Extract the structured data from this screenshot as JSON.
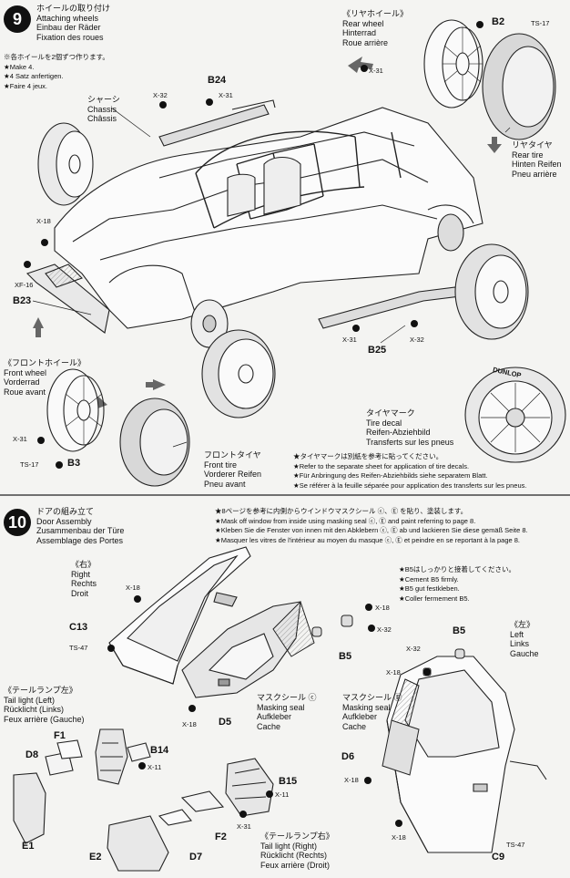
{
  "step9": {
    "number": "9",
    "title": [
      "ホイールの取り付け",
      "Attaching wheels",
      "Einbau der Räder",
      "Fixation des roues"
    ],
    "note": [
      "※各ホイールを2個ずつ作ります。",
      "★Make 4.",
      "★4 Satz anfertigen.",
      "★Faire 4 jeux."
    ],
    "rear_wheel": [
      "《リヤホイール》",
      "Rear wheel",
      "Hinterrad",
      "Roue arrière"
    ],
    "chassis": [
      "シャーシ",
      "Chassis",
      "Châssis"
    ],
    "rear_tire": [
      "リヤタイヤ",
      "Rear tire",
      "Hinten Reifen",
      "Pneu arrière"
    ],
    "front_wheel": [
      "《フロントホイール》",
      "Front wheel",
      "Vorderrad",
      "Roue avant"
    ],
    "front_tire": [
      "フロントタイヤ",
      "Front tire",
      "Vorderer Reifen",
      "Pneu avant"
    ],
    "tire_decal": [
      "タイヤマーク",
      "Tire decal",
      "Reifen-Abziehbild",
      "Transferts sur les pneus"
    ],
    "tire_brand": "DUNLOP",
    "decal_note": [
      "★タイヤマークは別紙を参考に貼ってください。",
      "★Refer to the separate sheet for application of tire decals.",
      "★Für Anbringung des Reifen-Abziehbilds siehe separatem Blatt.",
      "★Se référer à la feuille séparée pour application des transferts sur les pneus."
    ],
    "parts": {
      "B2": "B2",
      "TS17a": "TS-17",
      "X31a": "X-31",
      "B24": "B24",
      "X32a": "X-32",
      "X31b": "X-31",
      "X18a": "X-18",
      "XF16": "XF-16",
      "B23": "B23",
      "X31c": "X-31",
      "B25": "B25",
      "X32b": "X-32",
      "X31d": "X-31",
      "TS17b": "TS-17",
      "B3": "B3"
    }
  },
  "step10": {
    "number": "10",
    "title": [
      "ドアの組み立て",
      "Door Assembly",
      "Zusammenbau der Türe",
      "Assemblage des Portes"
    ],
    "note": [
      "★8ページを参考に内側からウインドウマスクシール ⓒ、Ⓔ を貼り、塗装します。",
      "★Mask off window from inside using masking seal ⓒ, Ⓔ and paint referring to page 8.",
      "★Kleben Sie die Fenster von innen mit den Abklebern ⓒ, Ⓔ ab und lackieren Sie diese gemäß Seite 8.",
      "★Masquer les vitres de l'intérieur au moyen du masque ⓒ, Ⓔ et peindre en se reportant à la page 8."
    ],
    "right": [
      "《右》",
      "Right",
      "Rechts",
      "Droit"
    ],
    "left": [
      "《左》",
      "Left",
      "Links",
      "Gauche"
    ],
    "b5_note": [
      "★B5はしっかりと接着してください。",
      "★Cement B5 firmly.",
      "★B5 gut festkleben.",
      "★Coller fermement B5."
    ],
    "taillight_left": [
      "《テールランプ左》",
      "Tail light (Left)",
      "Rücklicht (Links)",
      "Feux arrière (Gauche)"
    ],
    "taillight_right": [
      "《テールランプ右》",
      "Tail light (Right)",
      "Rücklicht (Rechts)",
      "Feux arrière (Droit)"
    ],
    "mask_c": [
      "マスクシール ⓒ",
      "Masking seal",
      "Aufkleber",
      "Cache"
    ],
    "mask_e": [
      "マスクシール Ⓔ",
      "Masking seal",
      "Aufkleber",
      "Cache"
    ],
    "parts": {
      "X18a": "X-18",
      "C13": "C13",
      "TS47a": "TS-47",
      "X18b": "X-18",
      "D5": "D5",
      "X18c": "X-18",
      "X32a": "X-32",
      "B5a": "B5",
      "B5b": "B5",
      "X32b": "X-32",
      "X18d": "X-18",
      "D6": "D6",
      "X18e": "X-18",
      "X18f": "X-18",
      "C9": "C9",
      "TS47b": "TS-47",
      "F1": "F1",
      "D8": "D8",
      "B14": "B14",
      "X11a": "X-11",
      "E1": "E1",
      "B15": "B15",
      "X11b": "X-11",
      "X31": "X-31",
      "F2": "F2",
      "E2": "E2",
      "D7": "D7"
    }
  }
}
